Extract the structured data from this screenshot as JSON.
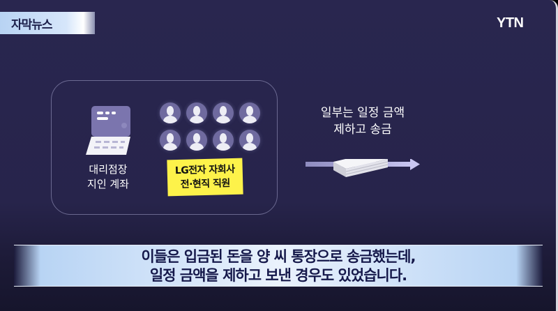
{
  "header": {
    "badge": "자막뉴스",
    "logo": "YTN"
  },
  "graphic": {
    "account_label": [
      "대리점장",
      "지인 계좌"
    ],
    "employees_tag": [
      "LG전자 자회사",
      "전·현직 직원"
    ],
    "transfer_label": [
      "일부는 일정 금액",
      "제하고 송금"
    ],
    "avatar_count": 8
  },
  "caption": [
    "이들은 입금된 돈을 양 씨 통장으로 송금했는데,",
    "일정 금액을 제하고 보낸 경우도 있었습니다."
  ]
}
